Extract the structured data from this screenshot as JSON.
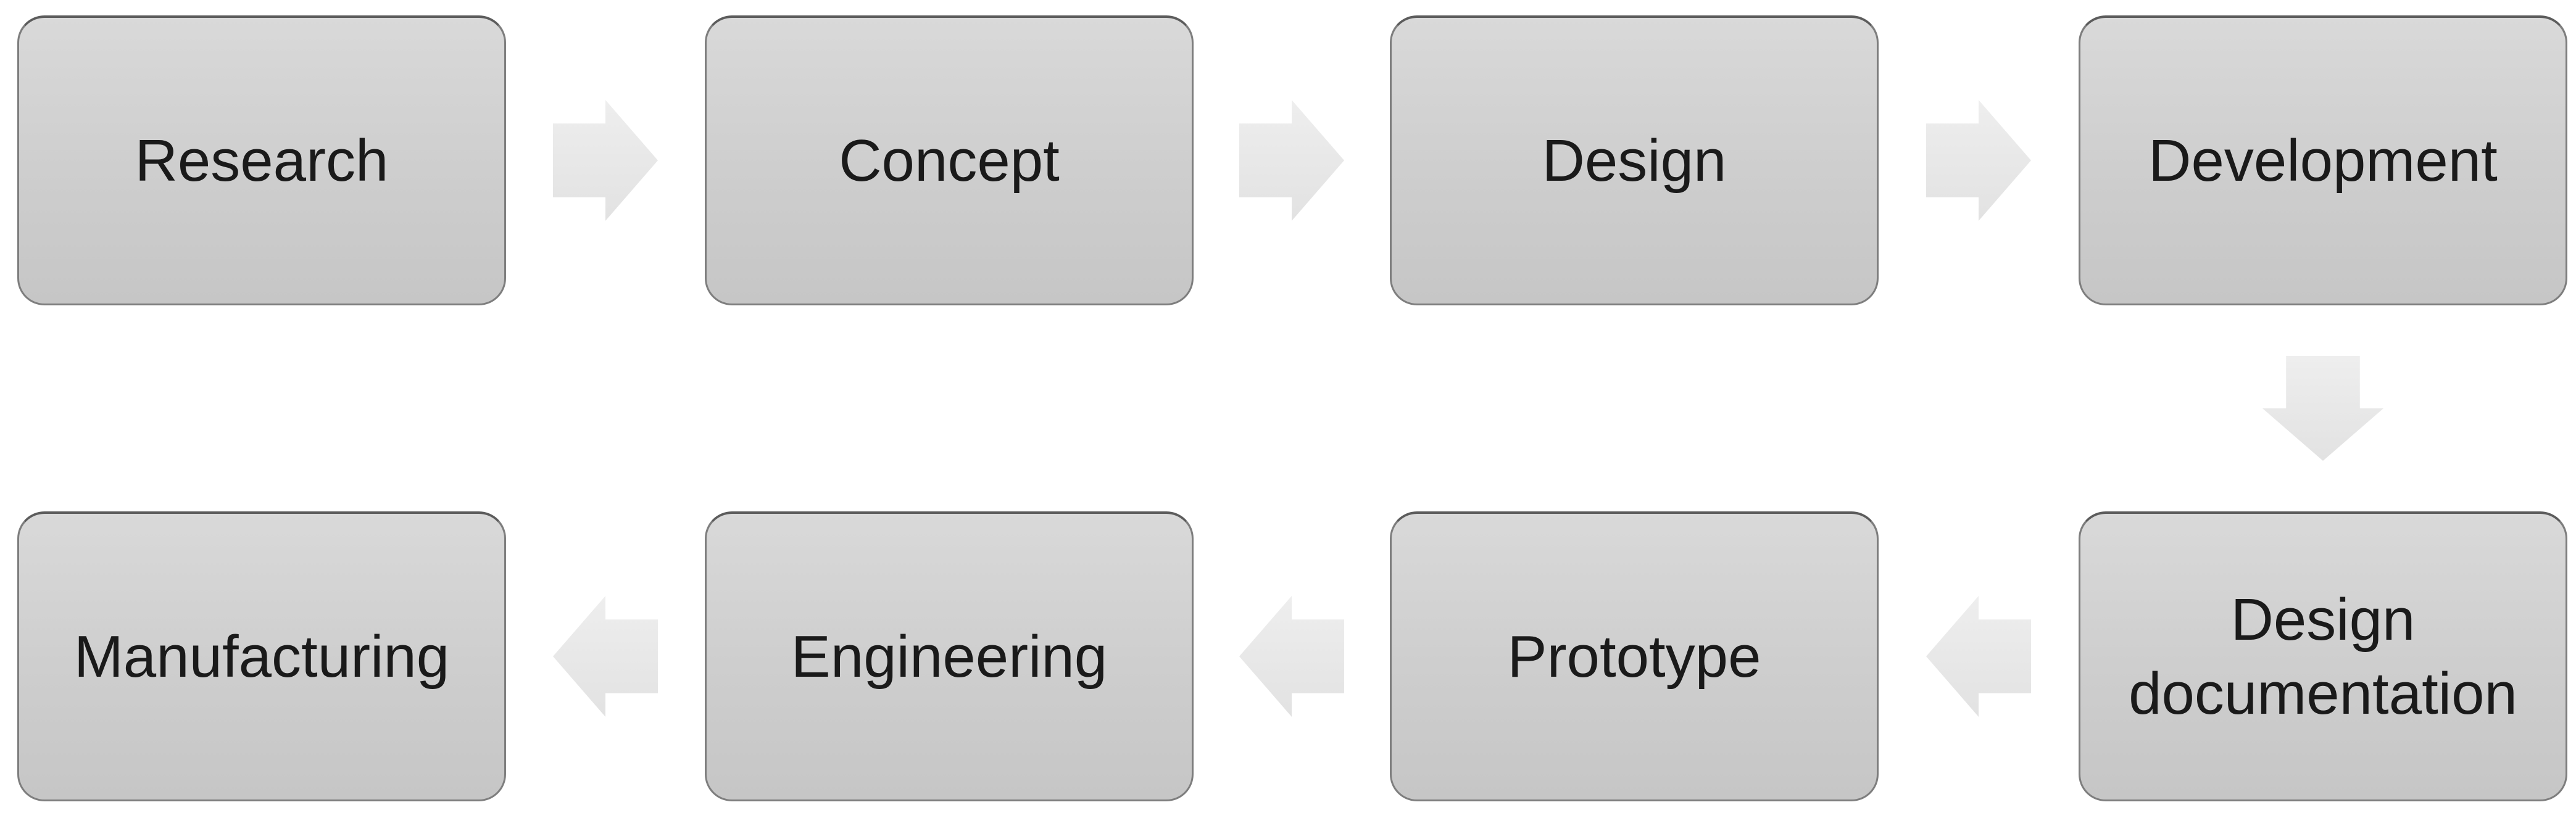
{
  "diagram": {
    "type": "process-flow",
    "nodes": [
      {
        "label": "Research"
      },
      {
        "label": "Concept"
      },
      {
        "label": "Design"
      },
      {
        "label": "Development"
      },
      {
        "label": "Design documentation"
      },
      {
        "label": "Prototype"
      },
      {
        "label": "Engineering"
      },
      {
        "label": "Manufacturing"
      }
    ],
    "connections": [
      {
        "from": "Research",
        "to": "Concept",
        "direction": "right"
      },
      {
        "from": "Concept",
        "to": "Design",
        "direction": "right"
      },
      {
        "from": "Design",
        "to": "Development",
        "direction": "right"
      },
      {
        "from": "Development",
        "to": "Design documentation",
        "direction": "down"
      },
      {
        "from": "Design documentation",
        "to": "Prototype",
        "direction": "left"
      },
      {
        "from": "Prototype",
        "to": "Engineering",
        "direction": "left"
      },
      {
        "from": "Engineering",
        "to": "Manufacturing",
        "direction": "left"
      }
    ],
    "colors": {
      "background": "#ffffff",
      "node_fill_top": "#d9d9d9",
      "node_fill_bottom": "#c6c6c6",
      "node_border": "#7e7e7e",
      "node_border_top": "#5c5c5c",
      "arrow_fill_top": "#eeeeee",
      "arrow_fill_bottom": "#e2e2e2",
      "text": "#1a1a1a"
    }
  }
}
